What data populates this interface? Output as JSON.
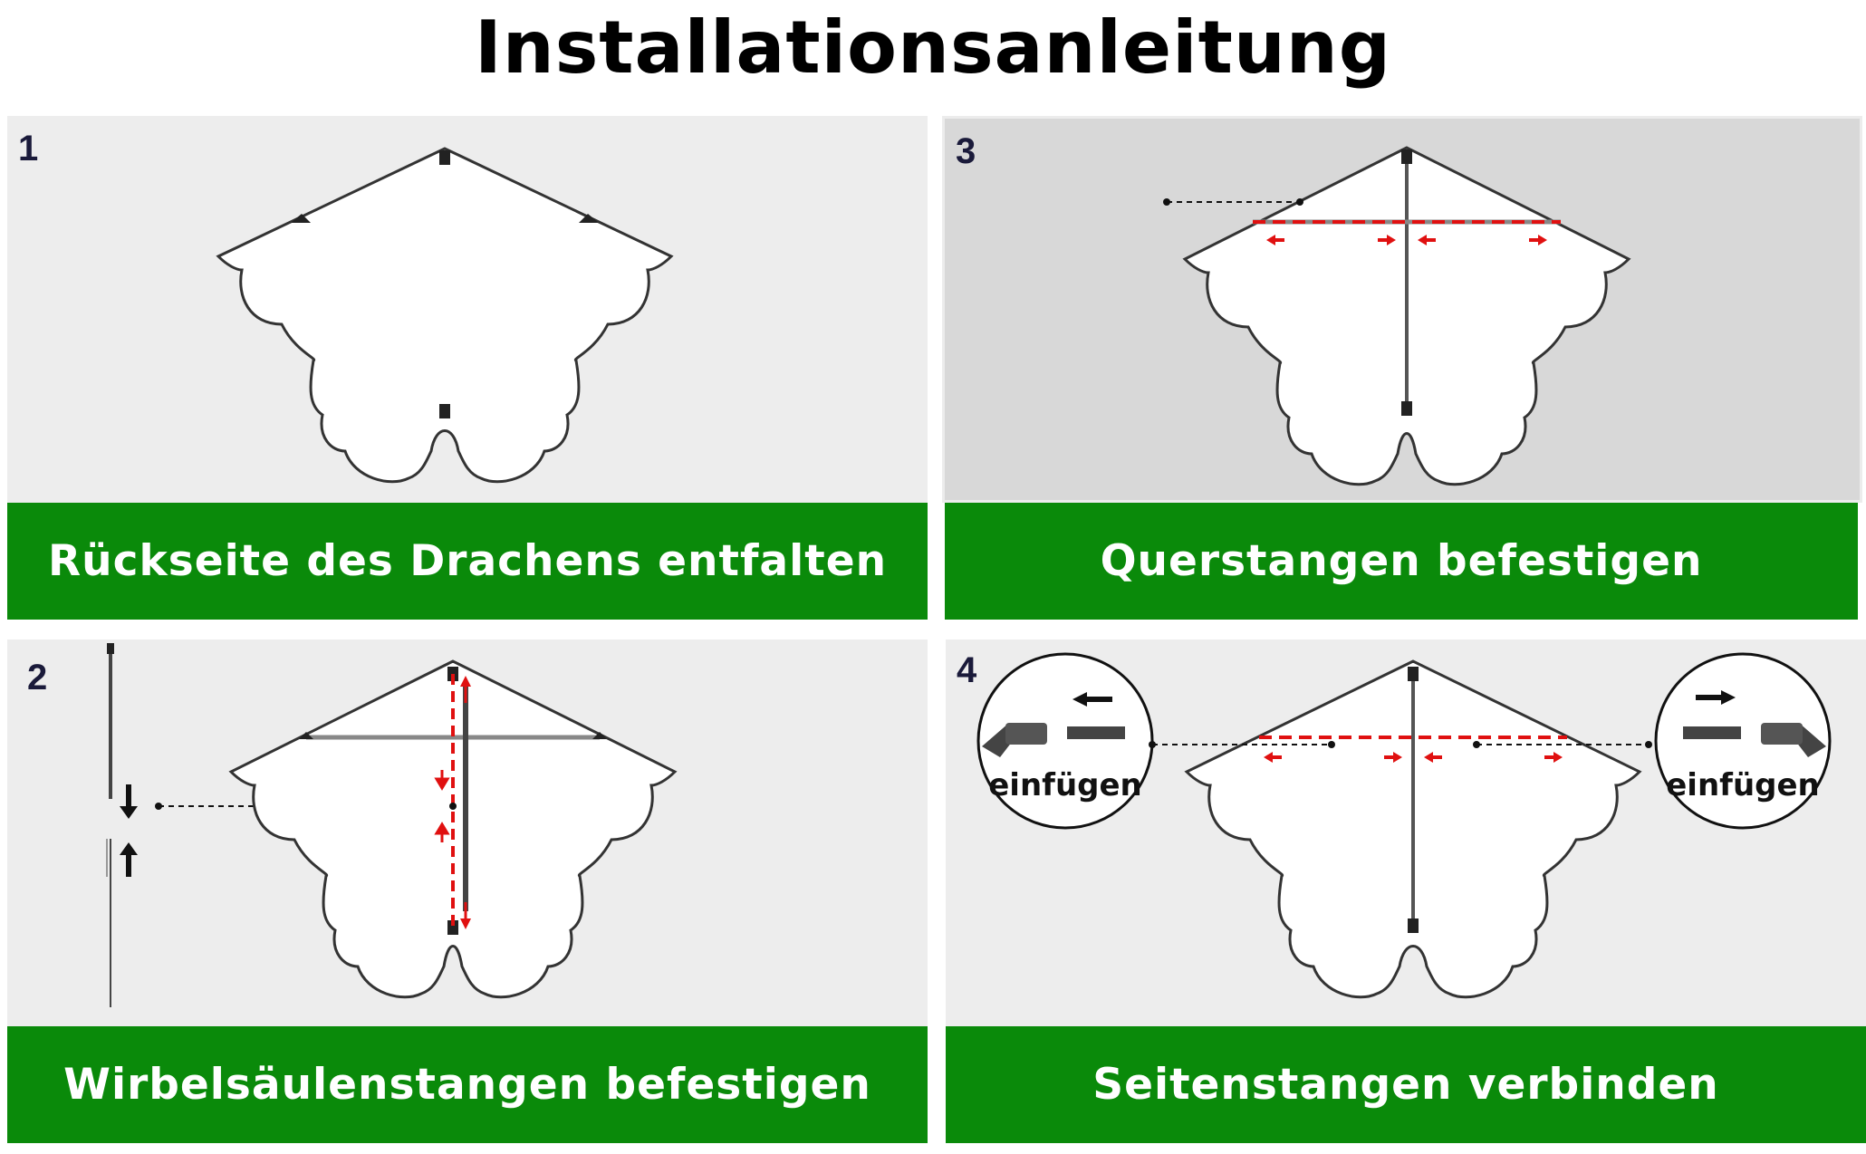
{
  "title": "Installationsanleitung",
  "steps": [
    {
      "number": "1",
      "caption": "Rückseite des Drachens entfalten"
    },
    {
      "number": "3",
      "caption": "Querstangen befestigen"
    },
    {
      "number": "2",
      "caption": "Wirbelsäulenstangen befestigen"
    },
    {
      "number": "4",
      "caption": "Seitenstangen verbinden"
    }
  ],
  "insert_label": "einfügen",
  "colors": {
    "caption_bar": "#0a8a0a",
    "panel_bg": "#ededed",
    "panel_bg_dark": "#d8d8d8",
    "arrow": "#e01010"
  }
}
